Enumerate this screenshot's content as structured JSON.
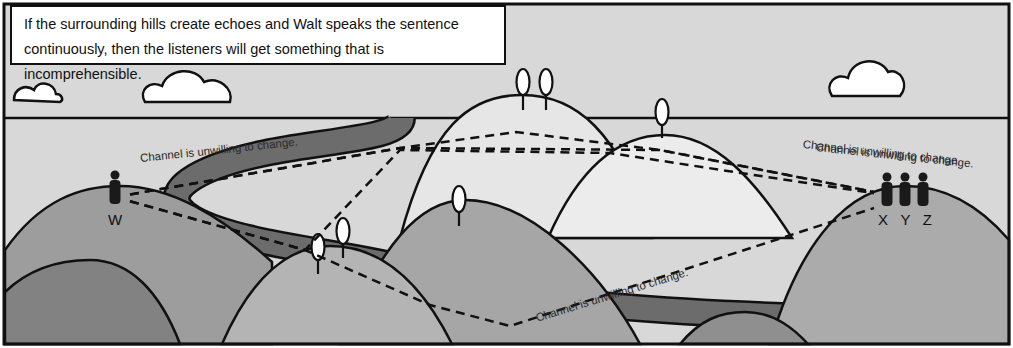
{
  "diagram": {
    "nodes": [
      {
        "text": [
          "If the surrounding hills create echoes and Walt speaks the sentence continuously, then the listeners will get something that is incomprehensible."
        ]
      },
      {
        "text": [
          "W"
        ]
      },
      {
        "text": [
          "X",
          "Y",
          "Z"
        ]
      }
    ],
    "edges": [
      {
        "from": 1,
        "to": 2,
        "arrow": "none",
        "label": "Channel is unwilling to change."
      },
      {
        "from": 1,
        "to": 2,
        "arrow": "none",
        "label": "Channel is unwilling to change."
      },
      {
        "from": 1,
        "to": 2,
        "arrow": "none",
        "label": "Channel is unwilling to change."
      },
      {
        "from": 1,
        "to": 2,
        "arrow": "none",
        "label": "Channel is unwilling to change."
      }
    ]
  }
}
